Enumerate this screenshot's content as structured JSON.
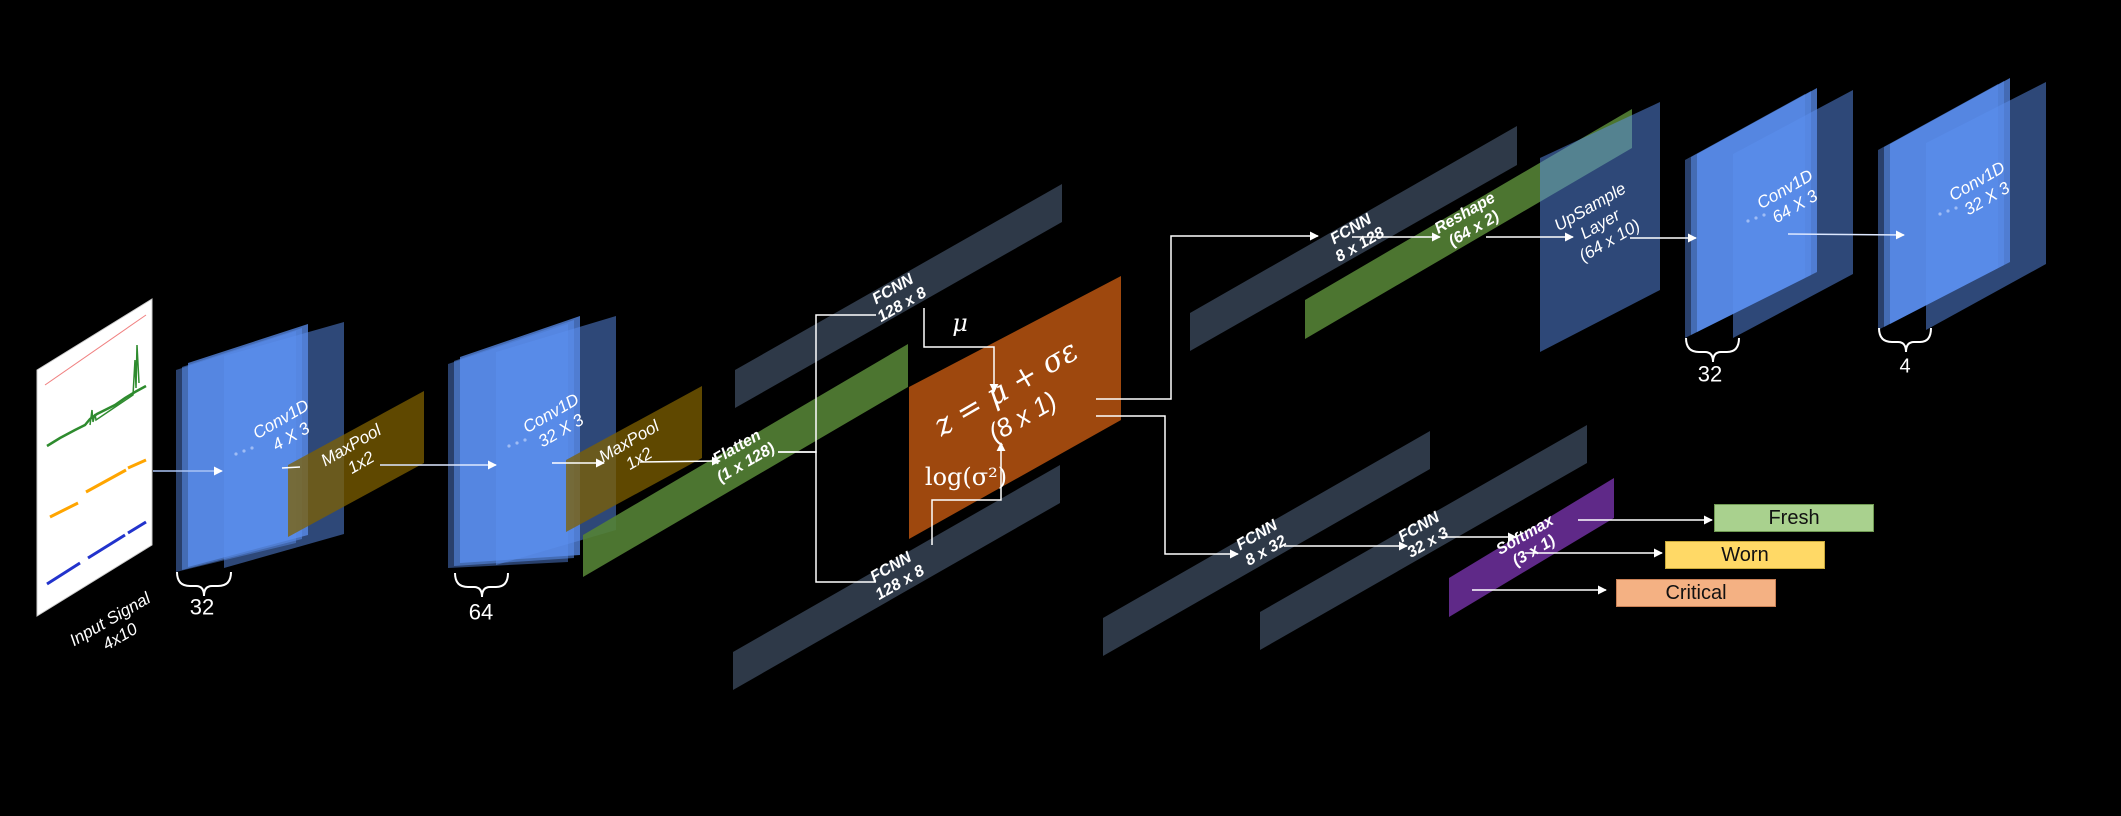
{
  "input": {
    "title": "Input Signal",
    "size": "4x10"
  },
  "encoder": {
    "conv1": {
      "name": "Conv1D",
      "size": "4 X 3",
      "filters": "32"
    },
    "pool1": {
      "name": "MaxPool",
      "size": "1x2"
    },
    "conv2": {
      "name": "Conv1D",
      "size": "32 X 3",
      "filters": "64"
    },
    "pool2": {
      "name": "MaxPool",
      "size": "1x2"
    },
    "flatten": {
      "name": "Flatten",
      "size": "(1 x 128)"
    }
  },
  "latent": {
    "fc_mu": {
      "name": "FCNN",
      "size": "128 x 8"
    },
    "fc_logvar": {
      "name": "FCNN",
      "size": "128 x 8"
    },
    "mu_symbol": "μ",
    "logvar_symbol": "log(σ²)",
    "equation": "z = μ + σε",
    "size": "(8 x 1)"
  },
  "decoder": {
    "fc": {
      "name": "FCNN",
      "size": "8 x 128"
    },
    "reshape": {
      "name": "Reshape",
      "size": "(64 x 2)"
    },
    "upsample": {
      "name": "UpSample",
      "line2": "Layer",
      "size": "(64 x 10)"
    },
    "conv1": {
      "name": "Conv1D",
      "size": "64 X 3",
      "filters": "32"
    },
    "conv2": {
      "name": "Conv1D",
      "size": "32 X 3",
      "filters": "4"
    }
  },
  "classifier": {
    "fc1": {
      "name": "FCNN",
      "size": "8 x 32"
    },
    "fc2": {
      "name": "FCNN",
      "size": "32 x 3"
    },
    "softmax": {
      "name": "Softmax",
      "size": "(3 x 1)"
    },
    "classes": [
      {
        "label": "Fresh",
        "color": "#a9d18e"
      },
      {
        "label": "Worn",
        "color": "#ffd966"
      },
      {
        "label": "Critical",
        "color": "#f4b183"
      }
    ]
  },
  "colors": {
    "conv": "#5b8ff0",
    "pool": "#7f6000",
    "flatten": "#548235",
    "fcnn": "#333f50",
    "latent": "#c55a11",
    "softmax": "#7030a0",
    "signal_green": "#2e8b2e",
    "signal_orange": "#ffa500",
    "signal_blue": "#2233cc"
  }
}
